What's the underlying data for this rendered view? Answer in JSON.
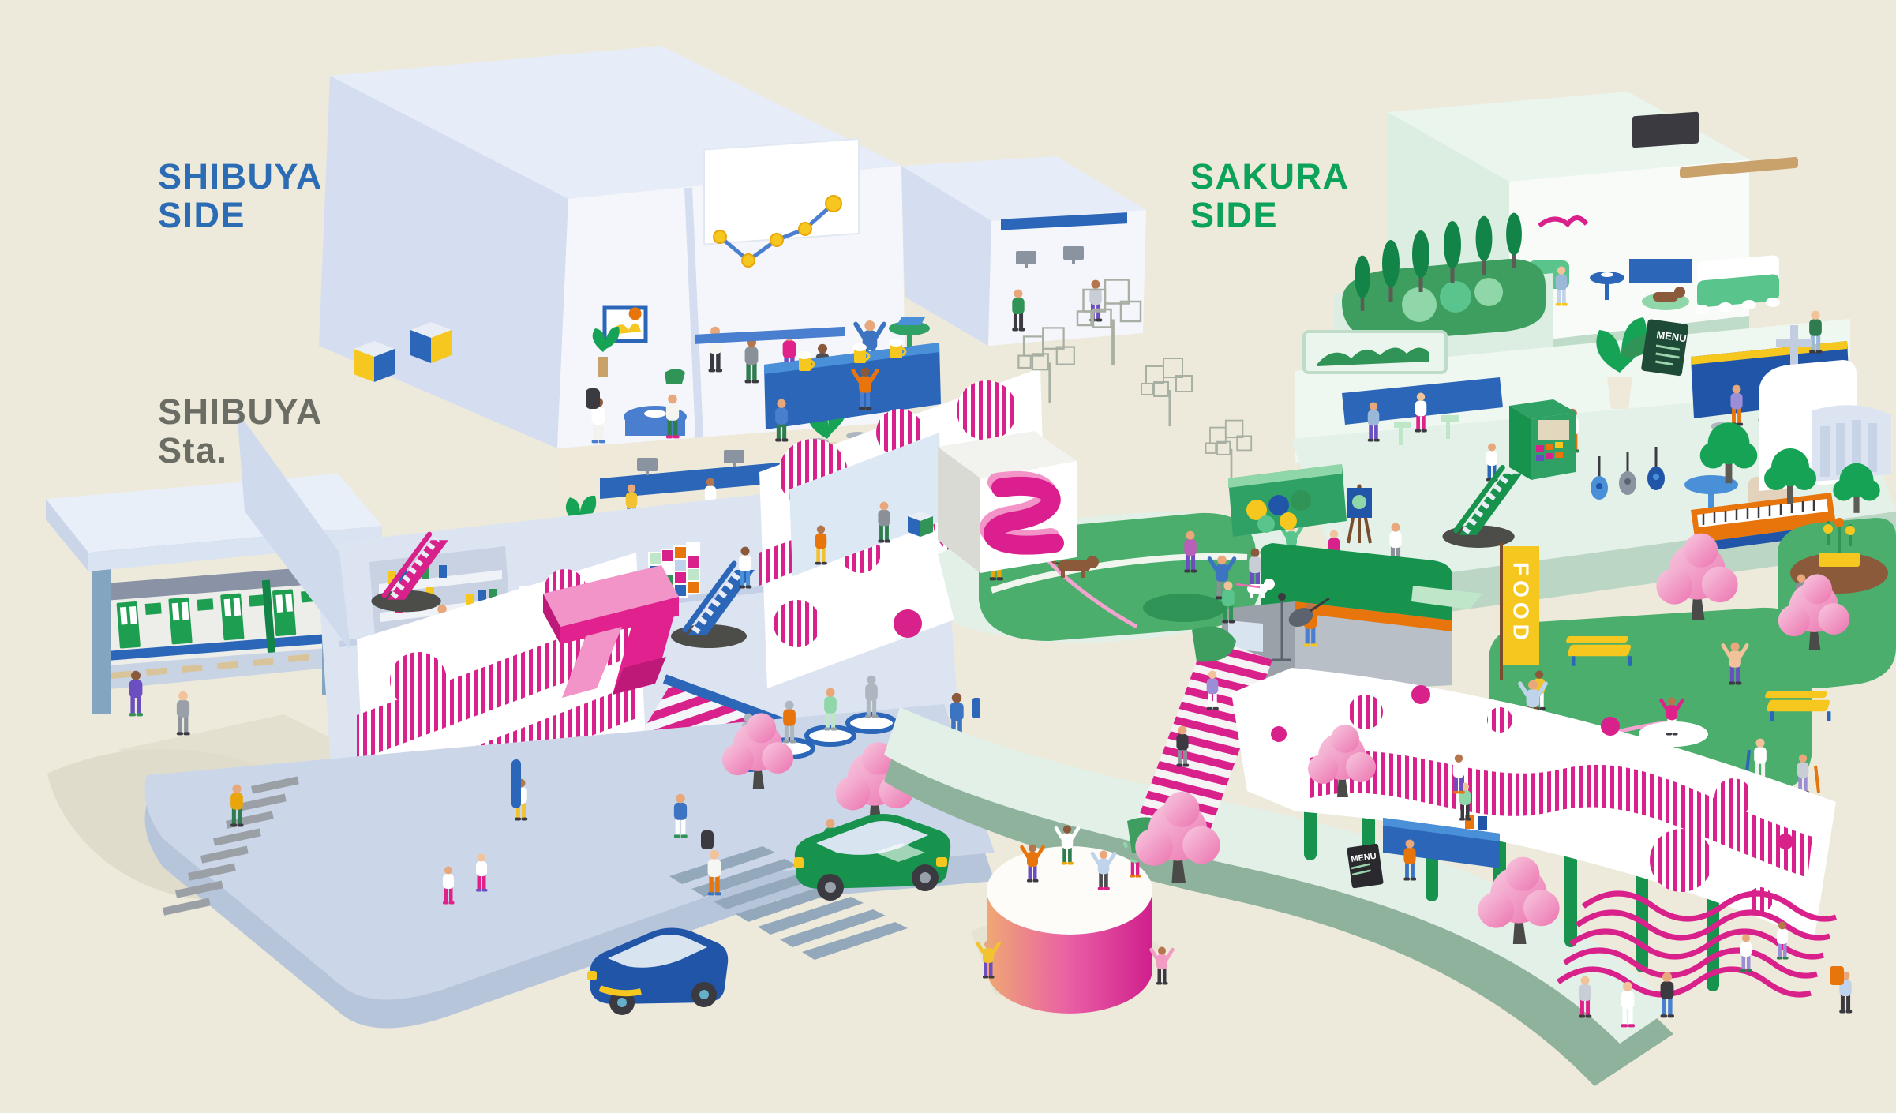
{
  "labels": {
    "shibuya_side": {
      "line1": "SHIBUYA",
      "line2": "SIDE"
    },
    "shibuya_station": {
      "line1": "SHIBUYA",
      "line2": "Sta."
    },
    "sakura_side": {
      "line1": "SAKURA",
      "line2": "SIDE"
    }
  },
  "banners": {
    "food_flag": "FOOD",
    "cafe_menu_board": "MENU",
    "kiosk_menu_board": "MENU"
  },
  "colors": {
    "background": "#EDEADB",
    "shibuya_label_blue": "#2B6CB4",
    "station_label_gray": "#6B6C63",
    "sakura_label_green": "#0CA259",
    "magenta_accent": "#D9218C",
    "sakura_pink": "#EC74B0",
    "shibuya_building_blue": "#DCE4F4",
    "sakura_building_mint": "#E2F0E7",
    "lawn_green": "#4BAE6C",
    "furniture_blue": "#2B66B8",
    "accent_yellow": "#F6C81F",
    "train_green": "#1D9E50"
  }
}
